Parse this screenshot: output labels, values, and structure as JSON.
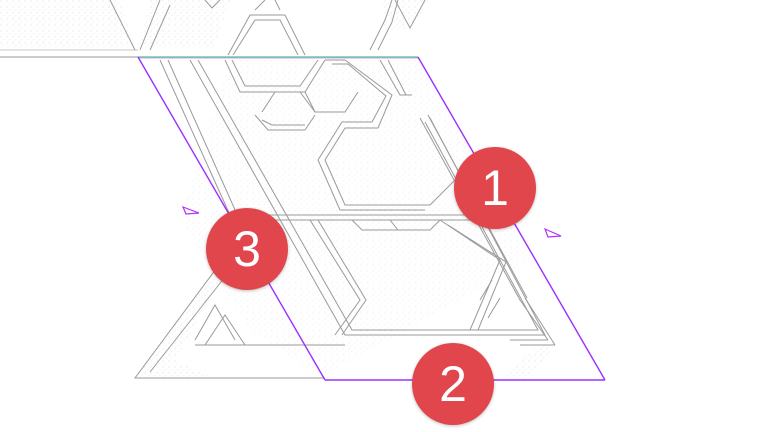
{
  "markers": [
    {
      "label": "1"
    },
    {
      "label": "2"
    },
    {
      "label": "3"
    }
  ],
  "colors": {
    "scope_box": "#9b30ff",
    "scope_box_top_edge": "#6fcf97",
    "marker_fill": "#e0464b",
    "marker_text": "#ffffff",
    "wall_lines": "#9a9a9a",
    "hatch": "#c8c8c8"
  },
  "icons": {
    "scope_handles": [
      "drag-handle-left-icon",
      "drag-handle-right-icon"
    ]
  }
}
